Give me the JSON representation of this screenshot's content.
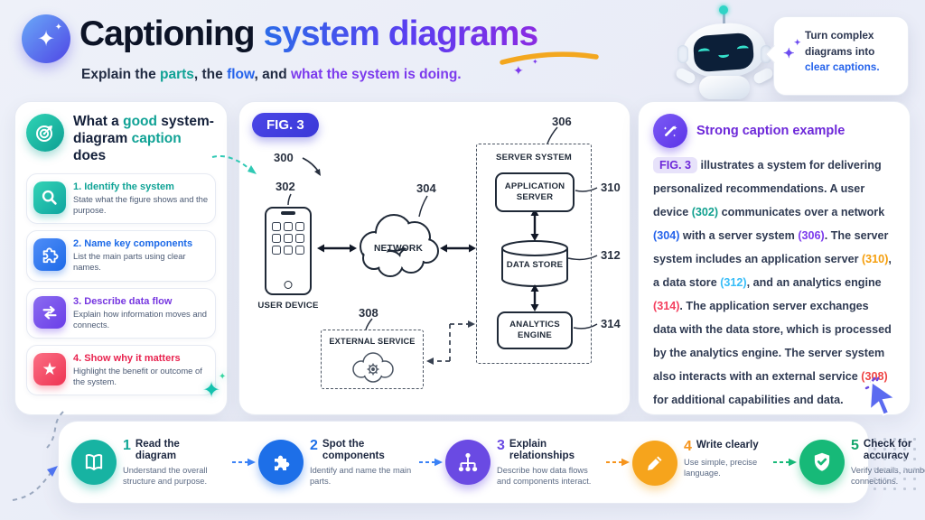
{
  "header": {
    "title_dark": "Captioning",
    "title_gradient": "system diagrams",
    "subtitle": [
      {
        "text": "Explain the "
      },
      {
        "text": "parts"
      },
      {
        "text": ", the "
      },
      {
        "text": "flow"
      },
      {
        "text": ", and "
      },
      {
        "text": "what the system is doing."
      }
    ],
    "logo_glyph": "✦",
    "spark_glyph": "✦"
  },
  "robot_bubble": {
    "line_plain": "Turn complex diagrams into ",
    "line_accent": "clear captions."
  },
  "checklist": {
    "title": [
      {
        "text": "What a "
      },
      {
        "text": "good"
      },
      {
        "text": " system-diagram "
      },
      {
        "text": "caption"
      },
      {
        "text": " does"
      }
    ],
    "items": [
      {
        "num": "1.",
        "title": "Identify the system",
        "desc": "State what the figure shows and the purpose.",
        "icon": "search-icon"
      },
      {
        "num": "2.",
        "title": "Name key components",
        "desc": "List the main parts using clear names.",
        "icon": "puzzle-icon"
      },
      {
        "num": "3.",
        "title": "Describe data flow",
        "desc": "Explain how information moves and connects.",
        "icon": "swap-arrows-icon"
      },
      {
        "num": "4.",
        "title": "Show why it matters",
        "desc": "Highlight the benefit or outcome of the system.",
        "icon": "star-icon"
      }
    ]
  },
  "figure": {
    "badge": "FIG. 3",
    "overall_ref": "300",
    "nodes": {
      "user_device": {
        "label": "USER DEVICE",
        "ref": "302"
      },
      "network": {
        "label": "NETWORK",
        "ref": "304"
      },
      "server_system": {
        "label": "SERVER SYSTEM",
        "ref": "306"
      },
      "application_server": {
        "label": "APPLICATION SERVER",
        "ref": "310"
      },
      "data_store": {
        "label": "DATA STORE",
        "ref": "312"
      },
      "analytics_engine": {
        "label": "ANALYTICS ENGINE",
        "ref": "314"
      },
      "external_service": {
        "label": "EXTERNAL SERVICE",
        "ref": "308"
      }
    }
  },
  "caption_panel": {
    "title": "Strong caption example",
    "chip": "FIG. 3",
    "segments": [
      {
        "text": " illustrates a system for delivering personalized recommendations. A user device "
      },
      {
        "text": "(302)"
      },
      {
        "text": " communicates over a network "
      },
      {
        "text": "(304)"
      },
      {
        "text": " with a server system "
      },
      {
        "text": "(306)"
      },
      {
        "text": ". The server system includes an application server "
      },
      {
        "text": "(310)"
      },
      {
        "text": ", a data store "
      },
      {
        "text": "(312)"
      },
      {
        "text": ", and an analytics engine "
      },
      {
        "text": "(314)"
      },
      {
        "text": ". The application server exchanges data with the data store, which is processed by the analytics engine. The server system also interacts with an external service "
      },
      {
        "text": "(308)"
      },
      {
        "text": " for additional capabilities and data."
      }
    ]
  },
  "steps": {
    "items": [
      {
        "num": "1",
        "title": "Read the diagram",
        "desc": "Understand the overall structure and purpose."
      },
      {
        "num": "2",
        "title": "Spot the components",
        "desc": "Identify and name the main parts."
      },
      {
        "num": "3",
        "title": "Explain relationships",
        "desc": "Describe how data flows and components interact."
      },
      {
        "num": "4",
        "title": "Write clearly",
        "desc": "Use simple, precise language."
      },
      {
        "num": "5",
        "title": "Check for accuracy",
        "desc": "Verify details, numbers, and connections."
      }
    ]
  },
  "colors": {
    "teal": "#11a08f",
    "blue": "#2563eb",
    "purple": "#7c3aed",
    "orange": "#f59e0b",
    "sky": "#38bdf8",
    "rose": "#f43f5e",
    "red": "#ef4444",
    "green": "#17b978",
    "badge_indigo": "#4a46e6",
    "ink": "#1f2937"
  }
}
